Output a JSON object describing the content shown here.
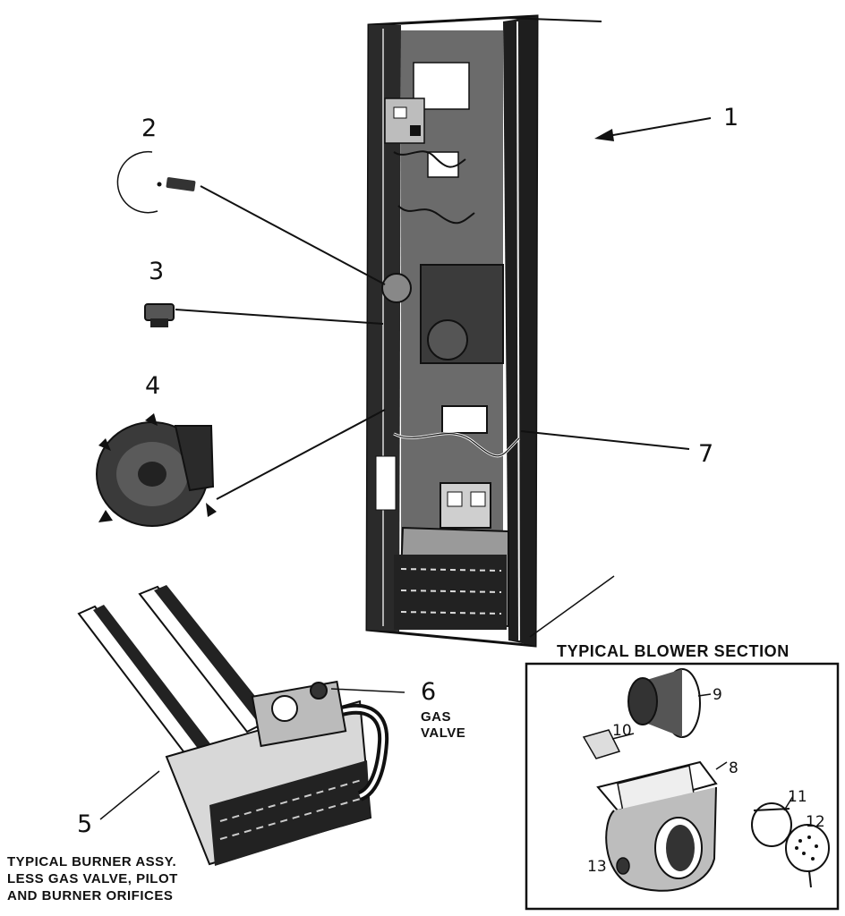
{
  "callouts": {
    "c1": "1",
    "c2": "2",
    "c3": "3",
    "c4": "4",
    "c5": "5",
    "c6": "6",
    "c7": "7",
    "c8": "8",
    "c9": "9",
    "c10": "10",
    "c11": "11",
    "c12": "12",
    "c13": "13"
  },
  "gas_valve": {
    "line1": "GAS",
    "line2": "VALVE"
  },
  "burner_caption": {
    "line1": "TYPICAL BURNER ASSY.",
    "line2": "LESS GAS VALVE, PILOT",
    "line3": "AND BURNER ORIFICES"
  },
  "blower_title": "TYPICAL BLOWER SECTION",
  "colors": {
    "ink": "#111111",
    "panel_dark": "#2a2a2a",
    "paper": "#ffffff"
  }
}
